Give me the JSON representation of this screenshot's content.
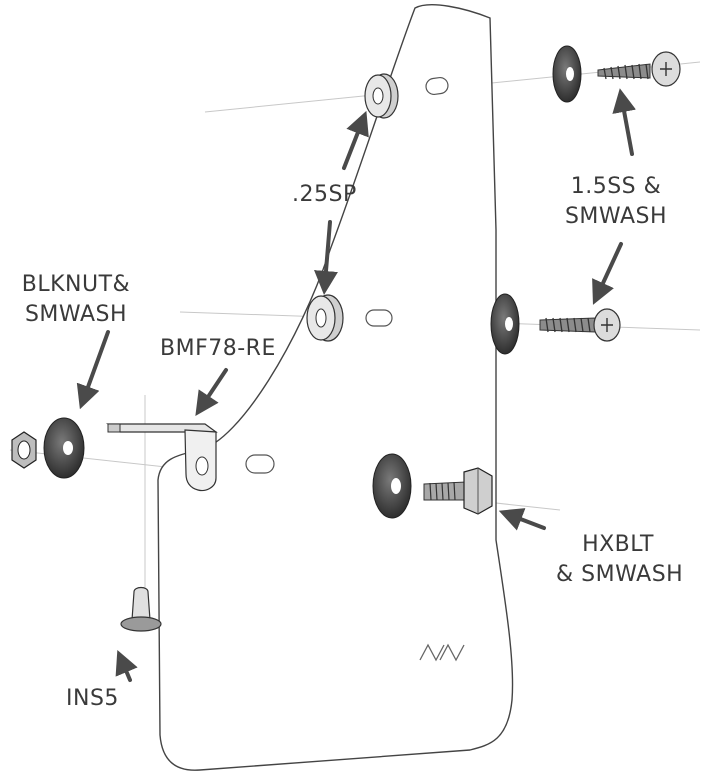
{
  "colors": {
    "outline": "#444444",
    "part_dark": "#3d3d3d",
    "part_mid": "#8a8a8a",
    "part_light": "#e6e6e6",
    "axis_line": "#c8c8c8",
    "arrow": "#4a4a4a",
    "label": "#3a3a3a"
  },
  "labels": {
    "spacer": ".25SP",
    "screw_line1": "1.5SS &",
    "screw_line2": "SMWASH",
    "nut_line1": "BLKNUT&",
    "nut_line2": "SMWASH",
    "bracket": "BMF78-RE",
    "bolt_line1": "HXBLT",
    "bolt_line2": "& SMWASH",
    "clip": "INS5"
  },
  "logo_text": "NN"
}
